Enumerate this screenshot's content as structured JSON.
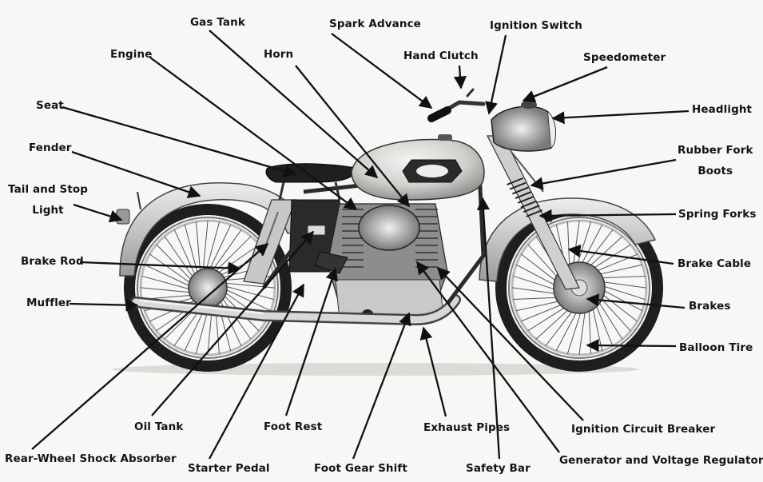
{
  "labels": {
    "gas_tank": "Gas Tank",
    "spark_advance": "Spark Advance",
    "ignition_switch": "Ignition Switch",
    "engine": "Engine",
    "horn": "Horn",
    "hand_clutch": "Hand Clutch",
    "speedometer": "Speedometer",
    "seat": "Seat",
    "headlight": "Headlight",
    "fender": "Fender",
    "rubber_fork_boots_1": "Rubber Fork",
    "rubber_fork_boots_2": "Boots",
    "tail_and_stop_light_1": "Tail and Stop",
    "tail_and_stop_light_2": "Light",
    "spring_forks": "Spring Forks",
    "brake_rod": "Brake Rod",
    "brake_cable": "Brake Cable",
    "muffler": "Muffler",
    "brakes": "Brakes",
    "balloon_tire": "Balloon Tire",
    "oil_tank": "Oil Tank",
    "foot_rest": "Foot Rest",
    "exhaust_pipes": "Exhaust Pipes",
    "ignition_circuit_breaker": "Ignition Circuit Breaker",
    "rear_wheel_shock_absorber": "Rear-Wheel Shock Absorber",
    "starter_pedal": "Starter Pedal",
    "foot_gear_shift": "Foot Gear Shift",
    "safety_bar": "Safety Bar",
    "generator_and_voltage_regulator": "Generator and Voltage Regulator"
  },
  "colors": {
    "background": "#f7f7f5",
    "ink": "#141414",
    "chrome": "#bdbdbd",
    "paint_light": "#d9d9d6",
    "dark": "#2a2a2a"
  }
}
